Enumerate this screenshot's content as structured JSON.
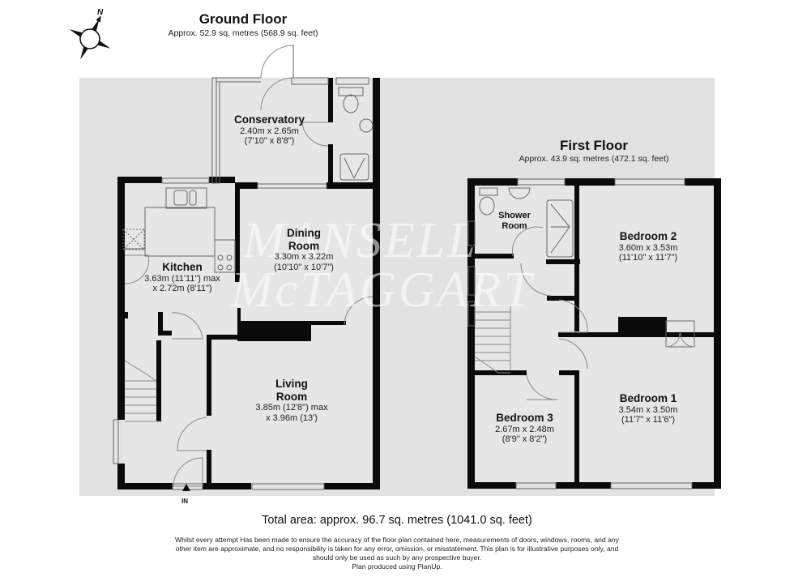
{
  "compass": {
    "label": "N",
    "icon": "compass-rose-icon"
  },
  "ground_floor": {
    "title": "Ground Floor",
    "area": "Approx. 52.9 sq. metres (568.9 sq. feet)",
    "entrance_label": "IN",
    "rooms": [
      {
        "name": "Conservatory",
        "dim1": "2.40m x 2.65m",
        "dim2": "(7'10\" x 8'8\")"
      },
      {
        "name": "Dining Room",
        "name_line1": "Dining",
        "name_line2": "Room",
        "dim1": "3.30m x 3.22m",
        "dim2": "(10'10\" x 10'7\")"
      },
      {
        "name": "Kitchen",
        "dim1": "3.63m (11'11\") max",
        "dim2": "x 2.72m (8'11\")"
      },
      {
        "name": "Living Room",
        "name_line1": "Living",
        "name_line2": "Room",
        "dim1": "3.85m (12'8\") max",
        "dim2": "x 3.96m (13')"
      }
    ]
  },
  "first_floor": {
    "title": "First Floor",
    "area": "Approx. 43.9 sq. metres (472.1 sq. feet)",
    "rooms": [
      {
        "name": "Shower Room",
        "name_line1": "Shower",
        "name_line2": "Room"
      },
      {
        "name": "Bedroom 2",
        "dim1": "3.60m x 3.53m",
        "dim2": "(11'10\" x 11'7\")"
      },
      {
        "name": "Bedroom 1",
        "dim1": "3.54m x 3.50m",
        "dim2": "(11'7\" x 11'6\")"
      },
      {
        "name": "Bedroom 3",
        "dim1": "2.67m x 2.48m",
        "dim2": "(8'9\" x 8'2\")"
      }
    ]
  },
  "watermark": {
    "line1": "MANSELL",
    "line2": "McTAGGART"
  },
  "footer": {
    "total_area": "Total area: approx. 96.7 sq. metres (1041.0 sq. feet)",
    "disclaimer_lines": [
      "Whilst every attempt Has been made to ensure the accuracy of the floor plan contained here, measurements of doors, windows, rooms, and any",
      "other item are approximate, and no responsibility is taken for any error, omission, or misstatement. This plan is for illustrative purposes only, and",
      "should only be used as such by any prospective buyer.",
      "Plan produced using PlanUp."
    ]
  },
  "colors": {
    "wall": "#0a0a0a",
    "backdrop": "#e2e2e2",
    "floor": "#e6e6e6",
    "fixture_line": "#777777"
  }
}
